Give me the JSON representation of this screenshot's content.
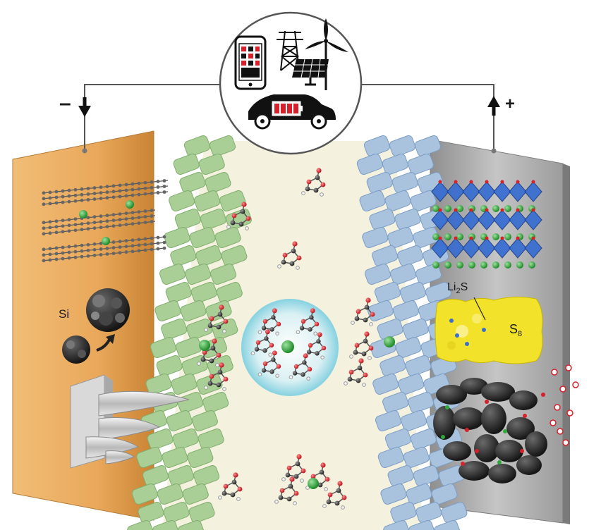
{
  "labels": {
    "si": "Si",
    "li2s_main": "Li",
    "li2s_sub": "2",
    "li2s_tail": "S",
    "s8_main": "S",
    "s8_sub": "8",
    "negative": "–",
    "positive": "+"
  },
  "icons": [
    "smartphone-icon",
    "power-tower-icon",
    "wind-turbine-icon",
    "solar-panel-icon",
    "electric-car-icon",
    "battery-icon"
  ],
  "colors": {
    "anode": "#e9a85a",
    "cathode": "#b9b9b9",
    "electrolyte": "#f5f1df",
    "sei_anode": "#a9cf96",
    "sei_cathode": "#a9c3df",
    "lithium_ion": "#2eaa3a",
    "oxygen": "#d8202a",
    "carbon": "#333333",
    "sulfur": "#f2e22a",
    "battery_fill": "#d8202a",
    "perovskite": "#3a6fd0"
  }
}
